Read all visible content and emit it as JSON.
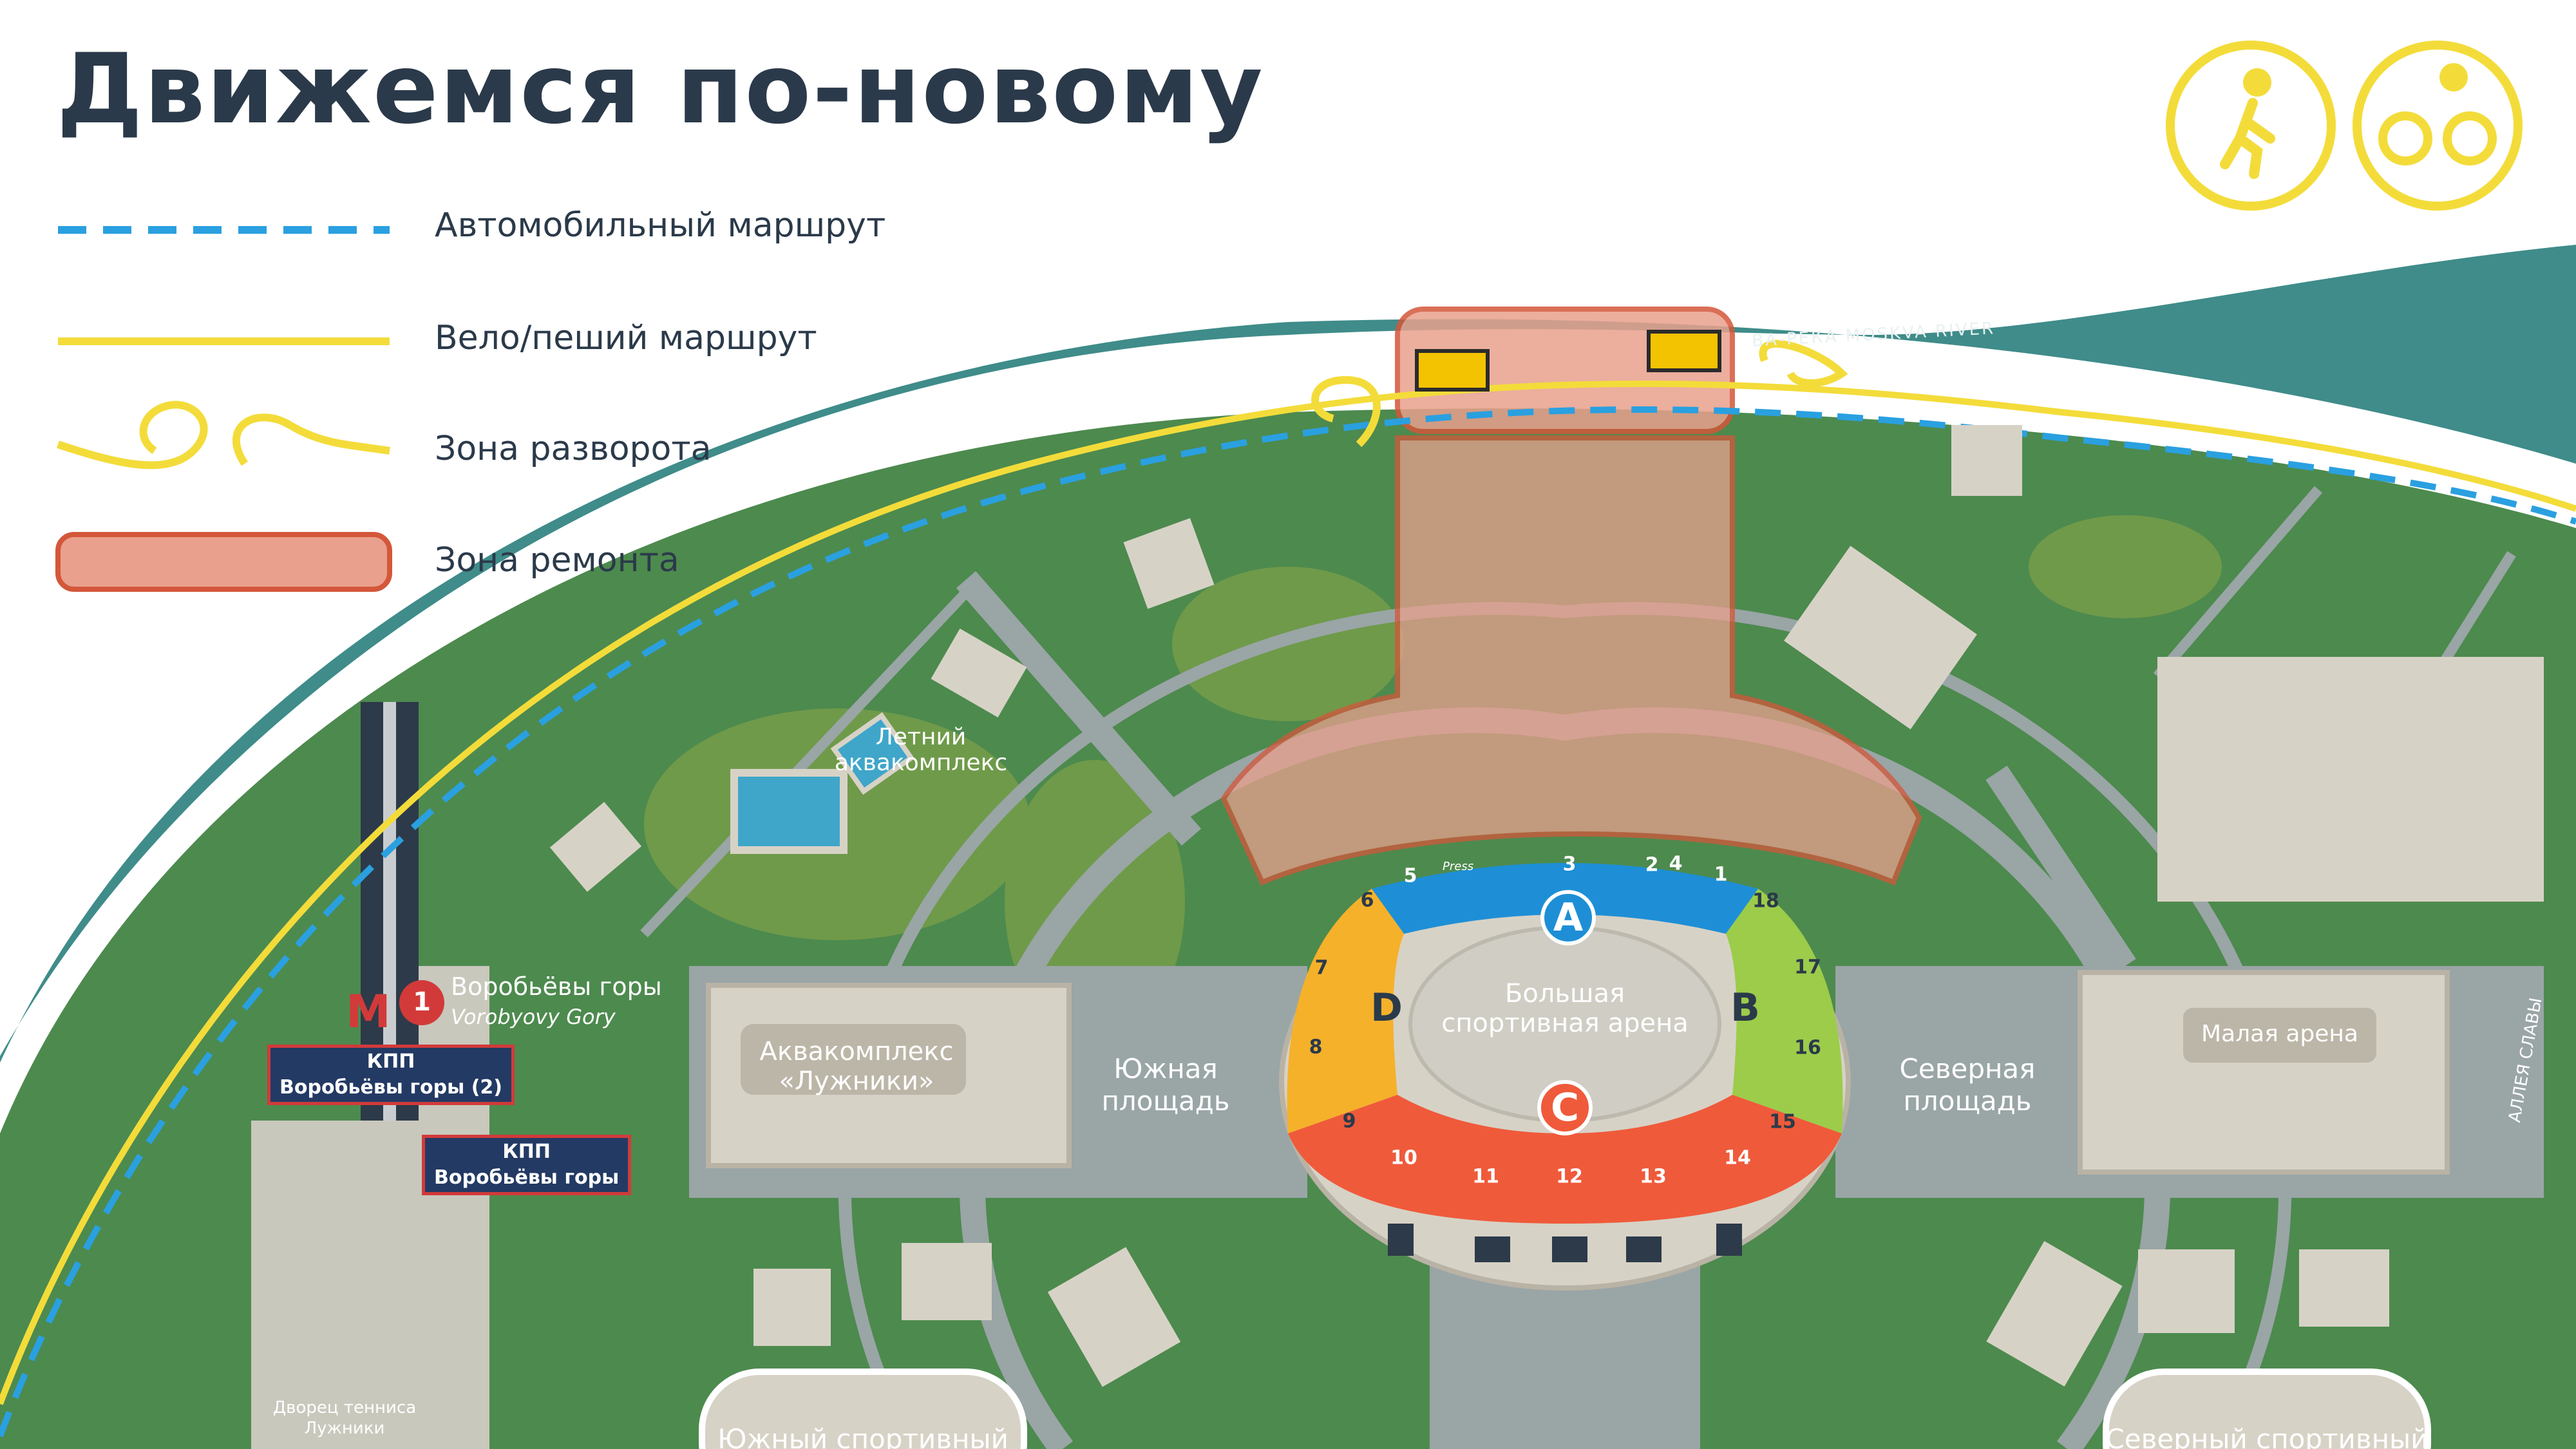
{
  "header": {
    "title": "Движемся по-новому"
  },
  "legend": [
    {
      "label": "Автомобильный маршрут"
    },
    {
      "label": "Вело/пеший маршрут"
    },
    {
      "label": "Зона разворота"
    },
    {
      "label": "Зона ремонта"
    }
  ],
  "top_icons": [
    {
      "icon": "pedestrian-icon"
    },
    {
      "icon": "bicycle-icon"
    }
  ],
  "river": {
    "label": "ВА-РЕКА  MOSKVA RIVER"
  },
  "places": {
    "summer_aqua": "Летний\nаквакомплекс",
    "aqua_complex": "Аквакомплекс\n«Лужники»",
    "south_square": "Южная\nплощадь",
    "north_square": "Северная\nплощадь",
    "big_arena": "Большая\nспортивная арена",
    "small_arena": "Малая арена",
    "tennis_palace": "Дворец тенниса\nЛужники",
    "south_sport": "Южный спортивный",
    "north_sport": "Северный спортивный",
    "alley": "АЛЛЕЯ СЛАВЫ"
  },
  "metro": {
    "line_number": "1",
    "letter": "М",
    "station_ru": "Воробьёвы горы",
    "station_en": "Vorobyovy Gory"
  },
  "checkpoints": [
    {
      "title": "КПП",
      "name": "Воробьёвы горы (2)"
    },
    {
      "title": "КПП",
      "name": "Воробьёвы горы"
    }
  ],
  "stadium": {
    "stands": [
      {
        "letter": "A",
        "color": "#1e8fd6"
      },
      {
        "letter": "B",
        "color": "#9ccc4a"
      },
      {
        "letter": "C",
        "color": "#ef5a3a"
      },
      {
        "letter": "D",
        "color": "#f5b12a"
      }
    ],
    "press_label": "Press",
    "sectors": [
      "1",
      "2",
      "3",
      "4",
      "5",
      "6",
      "7",
      "8",
      "9",
      "10",
      "11",
      "12",
      "13",
      "14",
      "15",
      "16",
      "17",
      "18"
    ]
  },
  "colors": {
    "water": "#3f8c8a",
    "park": "#4d8a4e",
    "paths": "#9aa5a6",
    "car_route": "#2aa0e0",
    "bike_route": "#f3dc3a",
    "repair_zone": "#e9a08d",
    "repair_border": "#d4573a",
    "title": "#2b3a4a"
  }
}
